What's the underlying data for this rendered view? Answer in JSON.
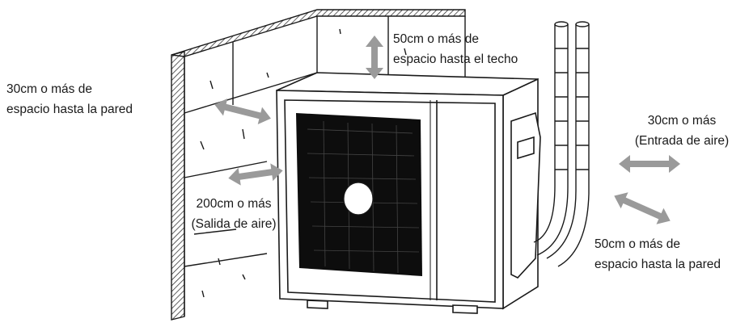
{
  "labels": {
    "ceiling": [
      "50cm o más de",
      "espacio hasta el techo"
    ],
    "left_wall": [
      "30cm o más de",
      "espacio hasta la pared"
    ],
    "air_outlet": [
      "200cm o más",
      "(Salida de aire)"
    ],
    "air_inlet": [
      "30cm o más",
      "(Entrada de aire)"
    ],
    "right_wall": [
      "50cm o más de",
      "espacio hasta la pared"
    ]
  },
  "colors": {
    "line": "#1a1a1a",
    "arrow": "#9a9a9a",
    "fan_grille": "#0d0d0d",
    "background": "#ffffff"
  },
  "icons": {
    "clearance_arrow": "double-headed-arrow",
    "unit": "outdoor-ac-unit",
    "fan": "fan-grille"
  }
}
